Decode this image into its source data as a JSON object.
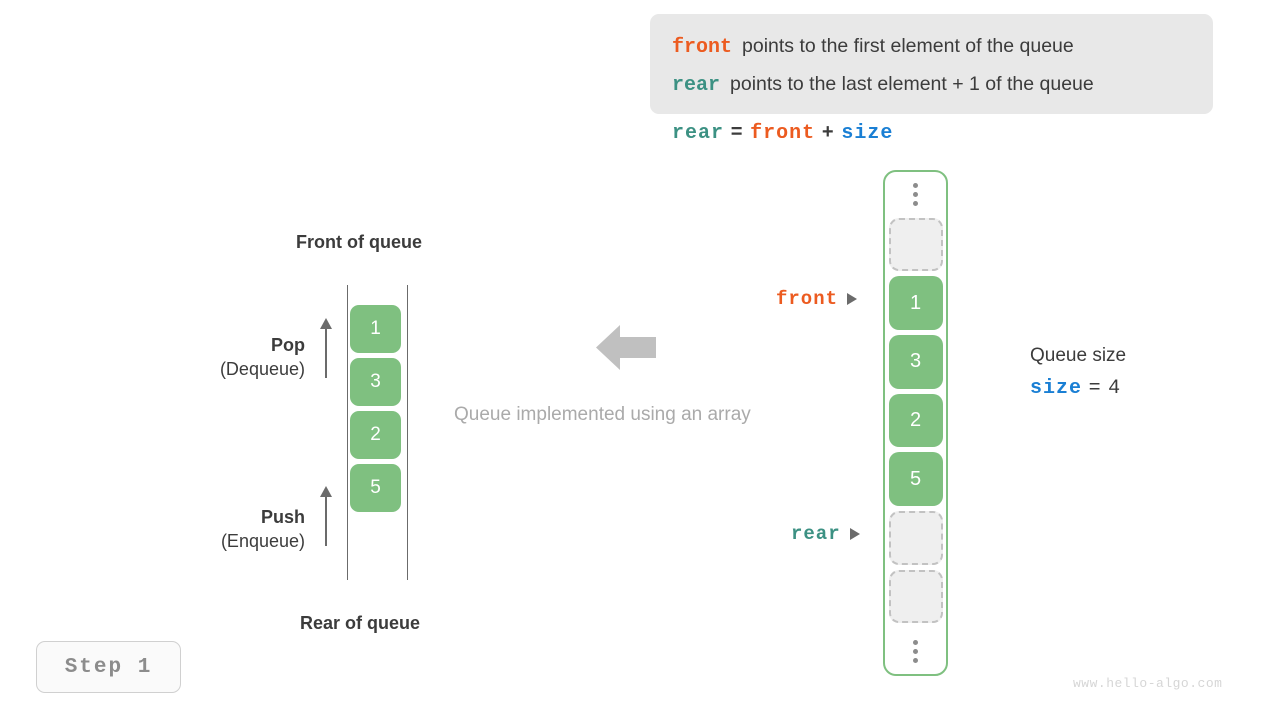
{
  "info_box": {
    "lines": [
      {
        "keyword": "front",
        "keyword_color": "#ec5b20",
        "text": "points to the first element of the queue"
      },
      {
        "keyword": "rear",
        "keyword_color": "#3c9183",
        "text": "points to the last element + 1 of the queue"
      }
    ]
  },
  "formula": {
    "lhs": "rear",
    "equals": "=",
    "rhs1": "front",
    "plus": "+",
    "rhs2": "size"
  },
  "queue_diagram": {
    "front_label": "Front of queue",
    "rear_label": "Rear of queue",
    "cells": [
      "1",
      "3",
      "2",
      "5"
    ],
    "pop": {
      "title": "Pop",
      "subtitle": "(Dequeue)"
    },
    "push": {
      "title": "Push",
      "subtitle": "(Enqueue)"
    }
  },
  "center": {
    "caption": "Queue implemented using an array",
    "arrow_direction": "left",
    "arrow_color": "#c0c0c0"
  },
  "array_diagram": {
    "top_ellipsis": "⋮",
    "bottom_ellipsis": "⋮",
    "cells": [
      {
        "value": "",
        "state": "empty"
      },
      {
        "value": "1",
        "state": "filled"
      },
      {
        "value": "3",
        "state": "filled"
      },
      {
        "value": "2",
        "state": "filled"
      },
      {
        "value": "5",
        "state": "filled"
      },
      {
        "value": "",
        "state": "empty"
      },
      {
        "value": "",
        "state": "empty"
      }
    ],
    "pointers": {
      "front": {
        "label": "front",
        "color": "#ec5b20",
        "target_value": "1"
      },
      "rear": {
        "label": "rear",
        "color": "#3c9183",
        "target_index": 5
      }
    }
  },
  "size_annotation": {
    "label": "Queue size",
    "name": "size",
    "equals": "=",
    "value": "4"
  },
  "step_badge": {
    "label": "Step 1"
  },
  "watermark": {
    "text": "www.hello-algo.com"
  },
  "colors": {
    "green": "#7fc080",
    "orange": "#ec5b20",
    "teal": "#3c9183",
    "blue": "#1a7fd4",
    "gray_text": "#3c3c3c",
    "light_gray": "#aaaaaa",
    "info_bg": "#e8e8e8"
  }
}
